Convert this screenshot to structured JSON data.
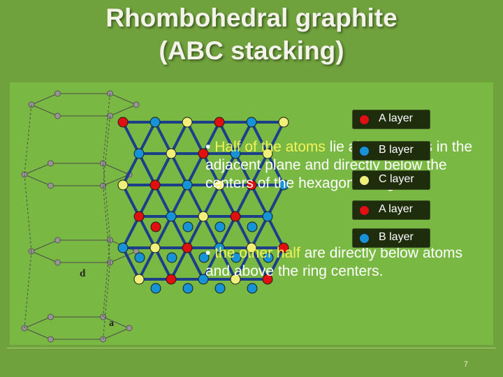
{
  "slide": {
    "title_line1": "Rhombohedral graphite",
    "title_line2": "(ABC stacking)",
    "paragraph1_prefix": "• ",
    "paragraph1_highlight": "Half of the atoms",
    "paragraph1_rest": " lie above atoms in the adjacent plane and directly below the centers of the hexagonal rings,",
    "paragraph2_prefix": "• ",
    "paragraph2_highlight": "the other half",
    "paragraph2_rest": " are directly below atoms and above the ring centers.",
    "page_number": "7"
  },
  "legend": [
    {
      "label": "A  layer",
      "color": "#e01010"
    },
    {
      "label": "B  layer",
      "color": "#1593d6"
    },
    {
      "label": "C  layer",
      "color": "#f0ef7a"
    },
    {
      "label": "A  layer",
      "color": "#e01010"
    },
    {
      "label": "B  layer",
      "color": "#1593d6"
    }
  ],
  "figure": {
    "dim_label_d": "d",
    "dim_label_a": "a"
  },
  "colors": {
    "background": "#6fa13c",
    "content_panel": "#7ab844",
    "atom_a": "#e01010",
    "atom_b": "#1593d6",
    "atom_c": "#f0ef7a",
    "highlight_text": "#f2f25a"
  }
}
